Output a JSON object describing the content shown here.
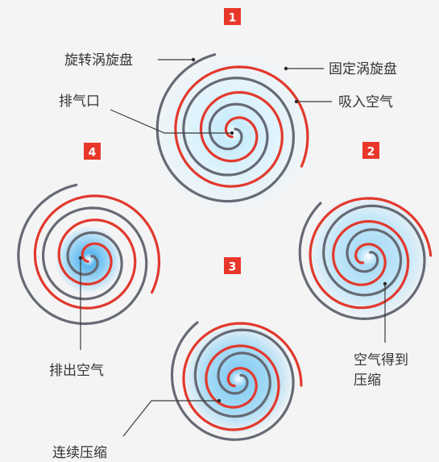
{
  "stages": [
    {
      "id": "1",
      "badge": "1"
    },
    {
      "id": "2",
      "badge": "2"
    },
    {
      "id": "3",
      "badge": "3"
    },
    {
      "id": "4",
      "badge": "4"
    }
  ],
  "labels": {
    "orbiting_scroll": "旋转涡旋盘",
    "fixed_scroll": "固定涡旋盘",
    "exhaust_port": "排气口",
    "air_intake": "吸入空气",
    "air_compressed_line1": "空气得到",
    "air_compressed_line2": "压缩",
    "exhaust_air": "排出空气",
    "continuous_compression": "连续压缩"
  },
  "colors": {
    "background": "#f4f4f5",
    "gray_scroll": "#666a74",
    "red_scroll": "#e2392d",
    "badge": "#e8372a",
    "leader": "#3a3a3a",
    "text": "#333333",
    "air": "#9cd4f3"
  }
}
